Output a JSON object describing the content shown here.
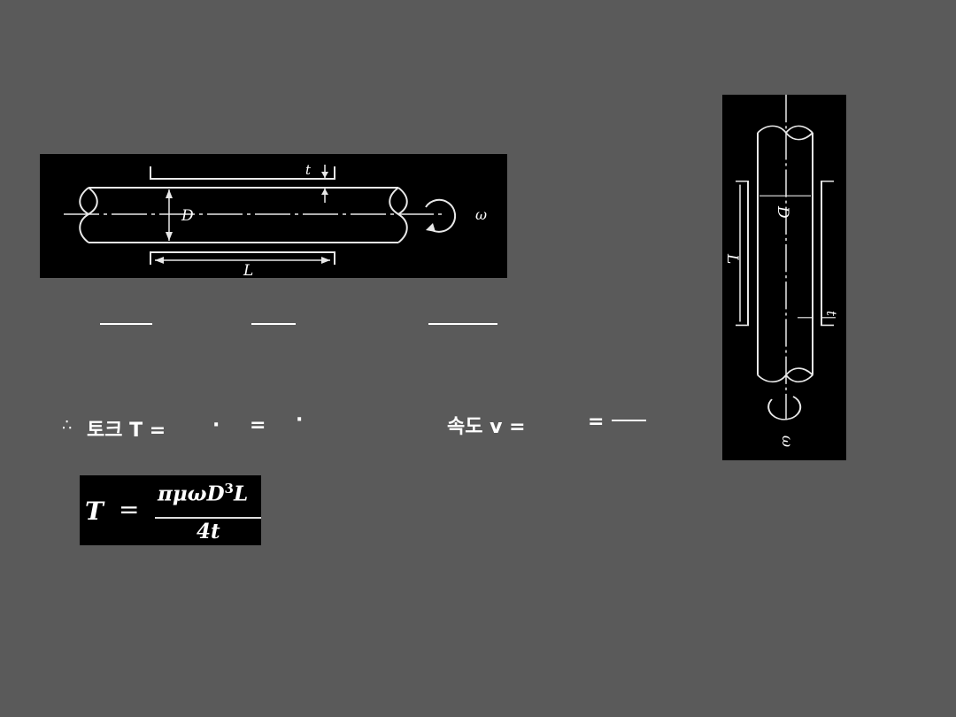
{
  "diagram_horizontal": {
    "t_label": "t",
    "D_label": "D",
    "L_label": "L",
    "omega_label": "ω"
  },
  "diagram_vertical": {
    "t_label": "t",
    "D_label": "D",
    "L_label": "L",
    "omega_label": "ω"
  },
  "torque_line": {
    "therefore": "∴",
    "label": "토크 T =",
    "dot1": "·",
    "eq": "=",
    "dot2": "·"
  },
  "velocity_line": {
    "label": "속도 v =",
    "eq": "="
  },
  "formula": {
    "lhs": "T",
    "eq": "=",
    "numerator": "πμωD",
    "exp": "3",
    "num_tail": "L",
    "denominator": "4t"
  },
  "colors": {
    "background": "#5a5a5a",
    "figure_bg": "#000000",
    "ink": "#ffffff"
  }
}
